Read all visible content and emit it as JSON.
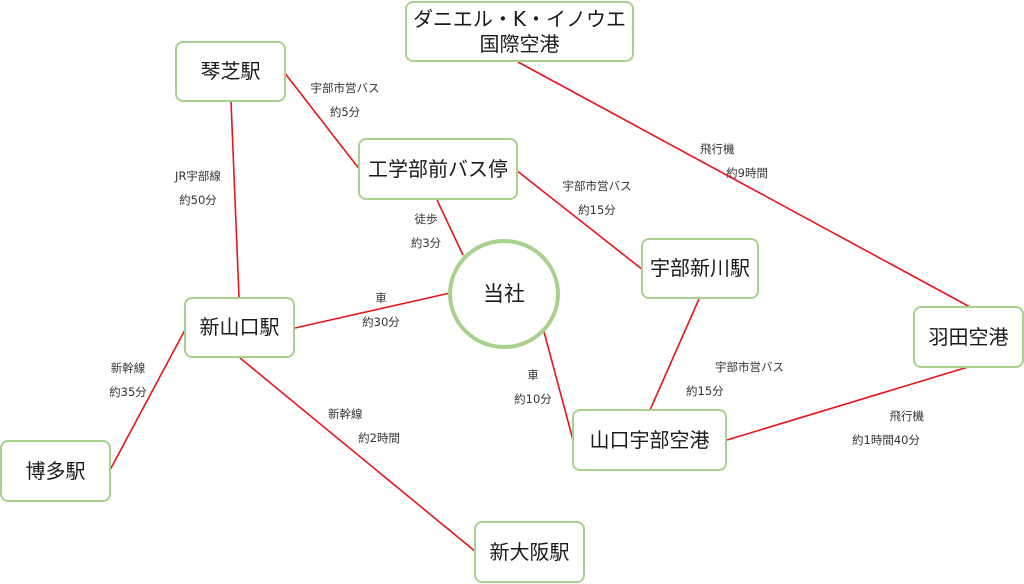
{
  "nodes": {
    "airport_hnl": {
      "line1": "ダニエル・K・イノウエ",
      "line2": "国際空港"
    },
    "kotoshiba": "琴芝駅",
    "bus_stop": "工学部前バス停",
    "ube_shinkawa": "宇部新川駅",
    "company": "当社",
    "shin_yamaguchi": "新山口駅",
    "haneda": "羽田空港",
    "yamaguchi_ube_airport": "山口宇部空港",
    "hakata": "博多駅",
    "shin_osaka": "新大阪駅"
  },
  "edges": {
    "kotoshiba_busstop": {
      "mode": "宇部市営バス",
      "time": "約5分"
    },
    "kotoshiba_shinyamaguchi": {
      "mode": "JR宇部線",
      "time": "約50分"
    },
    "busstop_company": {
      "mode": "徒歩",
      "time": "約3分"
    },
    "busstop_ubeshinkawa": {
      "mode": "宇部市営バス",
      "time": "約15分"
    },
    "hnl_haneda": {
      "mode": "飛行機",
      "time": "約9時間"
    },
    "shinyamaguchi_company": {
      "mode": "車",
      "time": "約30分"
    },
    "shinyamaguchi_hakata": {
      "mode": "新幹線",
      "time": "約35分"
    },
    "shinyamaguchi_shinosaka": {
      "mode": "新幹線",
      "time": "約2時間"
    },
    "company_ubeairport": {
      "mode": "車",
      "time": "約10分"
    },
    "ubeshinkawa_ubeairport": {
      "mode": "宇部市営バス",
      "time": "約15分"
    },
    "haneda_ubeairport": {
      "mode": "飛行機",
      "time": "約1時間40分"
    }
  },
  "colors": {
    "edge": "#e8151b",
    "node_border": "#a9d18e"
  }
}
